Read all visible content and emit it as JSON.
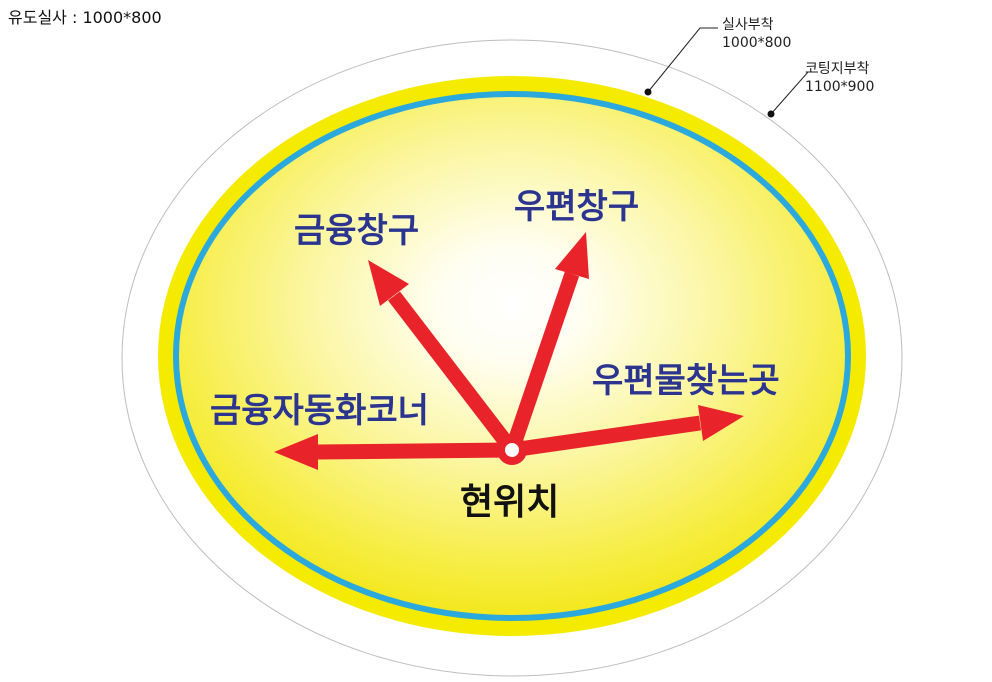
{
  "header": {
    "title": "유도실사 : 1000*800"
  },
  "callouts": {
    "inner": {
      "name": "실사부착",
      "size": "1000*800"
    },
    "outer": {
      "name": "코팅지부착",
      "size": "1100*900"
    }
  },
  "sign": {
    "current_location": "현위치",
    "destinations": [
      {
        "label": "금융창구"
      },
      {
        "label": "우편창구"
      },
      {
        "label": "우편물찾는곳"
      },
      {
        "label": "금융자동화코너"
      }
    ]
  },
  "colors": {
    "outer_outline": "#bbbbbb",
    "yellow_border": "#f5eb00",
    "blue_ring": "#2ba8dc",
    "center_glow": "#ffffff",
    "arrow": "#e8232a",
    "label_text": "#2b3590",
    "location_text": "#111111"
  }
}
